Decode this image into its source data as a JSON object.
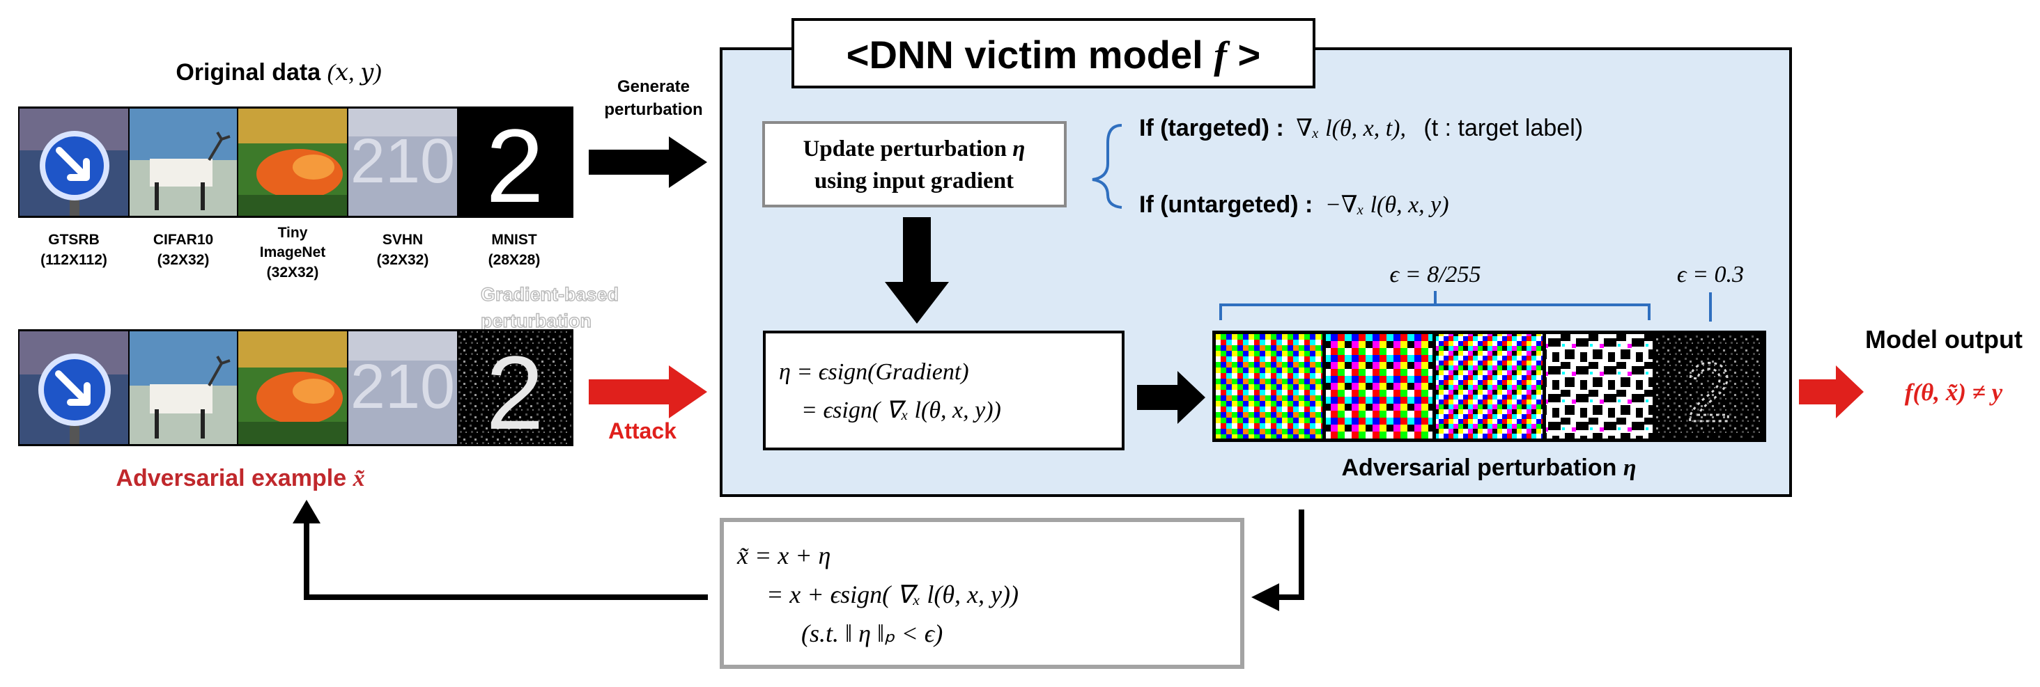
{
  "colors": {
    "panel_fill": "#dce9f6",
    "red": "#e0201c",
    "dark_red": "#c0282c",
    "blue_bracket": "#2f6fbf",
    "gray_box": "#a3a3a3",
    "gray_text": "#b8b8b8"
  },
  "left": {
    "original_title": "Original data",
    "original_vars": "(𝑥, 𝑦)",
    "datasets": [
      {
        "name": "GTSRB",
        "size": "(112X112)"
      },
      {
        "name": "CIFAR10",
        "size": "(32X32)"
      },
      {
        "name": "Tiny",
        "name2": "ImageNet",
        "size": "(32X32)"
      },
      {
        "name": "SVHN",
        "size": "(32X32)"
      },
      {
        "name": "MNIST",
        "size": "(28X28)"
      }
    ],
    "gradient_label_1": "Gradient-based",
    "gradient_label_2": "perturbation",
    "adversarial_title": "Adversarial example",
    "adversarial_var": "x̃"
  },
  "arrows": {
    "generate_1": "Generate",
    "generate_2": "perturbation",
    "attack": "Attack"
  },
  "panel": {
    "title_prefix": "<DNN victim model",
    "title_var": "f",
    "title_suffix": ">",
    "update_line1": "Update perturbation",
    "update_var": "η",
    "update_line2": "using input gradient",
    "targeted_label": "If (targeted) :",
    "targeted_expr": "∇ₓ l(θ, x, t),",
    "targeted_note": "(t : target label)",
    "untargeted_label": "If (untargeted) :",
    "untargeted_expr": "−∇ₓ l(θ, x, y)",
    "eps_rgb": "ϵ = 8/255",
    "eps_mnist": "ϵ = 0.3",
    "eta_line1": "η = ϵsign(Gradient)",
    "eta_line2": "= ϵsign( ∇ₓ l(θ, x, y))",
    "perturb_caption": "Adversarial perturbation",
    "perturb_var": "η"
  },
  "output": {
    "title": "Model output",
    "expr": "f(θ, x̃) ≠ y"
  },
  "bottom": {
    "line1": "x̃ = x + η",
    "line2": "= x + ϵsign( ∇ₓ l(θ, x, y))",
    "line3": "(s.t. ‖ η ‖ₚ < ϵ)"
  },
  "icons": {
    "arrow": "arrow-icon",
    "brace": "curly-brace-icon",
    "bracket": "bracket-icon"
  }
}
